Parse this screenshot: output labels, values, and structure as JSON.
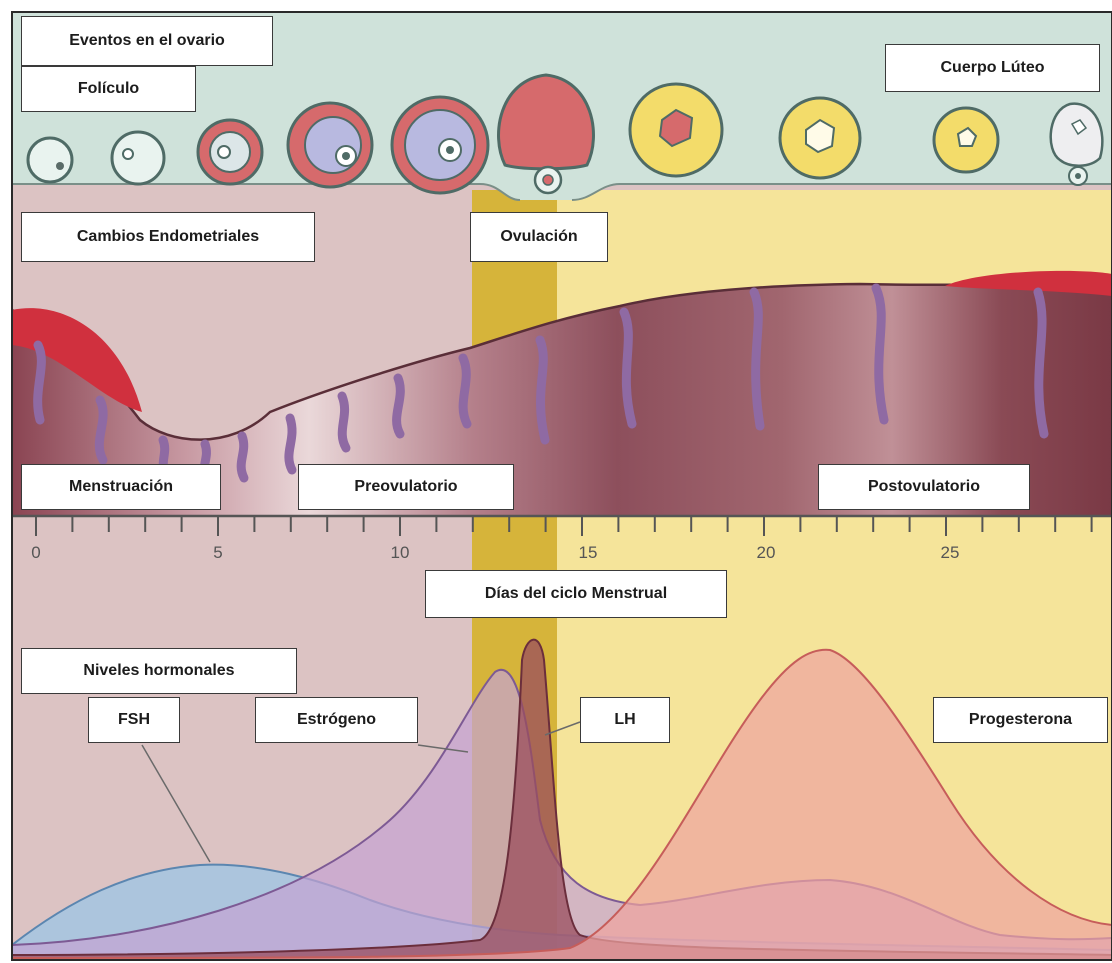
{
  "labels": {
    "ovary_events": "Eventos en el ovario",
    "follicle": "Folículo",
    "corpus_luteum": "Cuerpo Lúteo",
    "endometrial_changes": "Cambios Endometriales",
    "ovulation": "Ovulación",
    "menstruation": "Menstruación",
    "preovulatory": "Preovulatorio",
    "postovulatory": "Postovulatorio",
    "cycle_days": "Días del ciclo Menstrual",
    "hormone_levels": "Niveles hormonales",
    "fsh": "FSH",
    "estrogen": "Estrógeno",
    "lh": "LH",
    "progesterone": "Progesterona"
  },
  "day_axis": {
    "ticks": [
      "0",
      "5",
      "10",
      "15",
      "20",
      "25"
    ]
  },
  "colors": {
    "follicular_phase": "#dcc3c3",
    "luteal_phase": "#f5e49a",
    "ovulation_band": "#d6b43a",
    "ovary_band": "#cfe2da",
    "endometrium": "#8b4a57",
    "blood": "#d0303e",
    "gland": "#8f6aa3",
    "fsh": "#9cc6e6",
    "estrogen": "#c4a3d3",
    "lh": "#9a4e5e",
    "progesterone": "#eea3a0"
  }
}
